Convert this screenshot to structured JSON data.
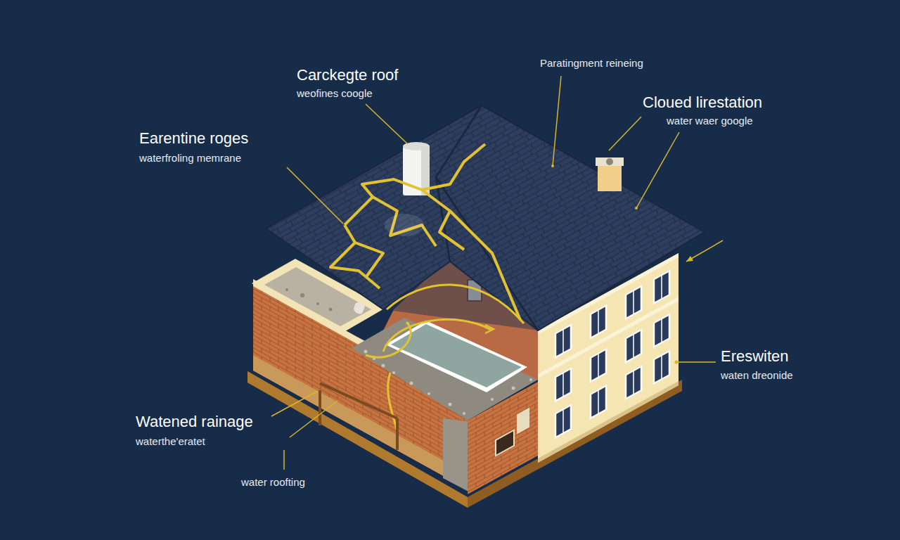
{
  "diagram": {
    "labels": [
      "Carckegte roof",
      "weofines coogle",
      "Paratingment reineing",
      "Cloued lirestation",
      "water waer google",
      "Earentine roges",
      "waterfroling memrane",
      "Ereswiten",
      "waten dreonide",
      "Watened rainage",
      "waterthe'eratet",
      "water roofting"
    ]
  }
}
